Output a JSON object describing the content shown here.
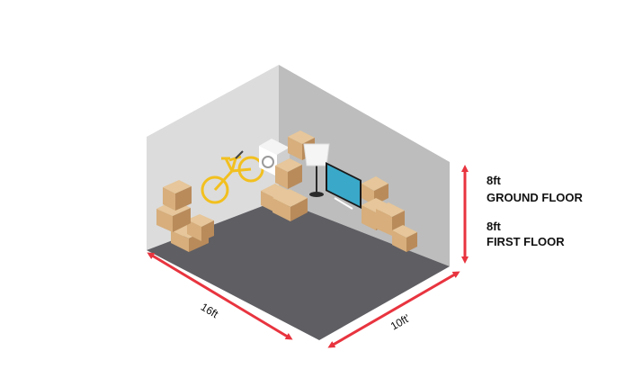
{
  "dimensions": {
    "length": "16ft",
    "width": "10ft'",
    "height_ground": "8ft",
    "ground_label": "GROUND FLOOR",
    "height_first": "8ft",
    "first_label": "FIRST FLOOR"
  },
  "colors": {
    "arrow": "#e8343f",
    "floor": "#5f5e63",
    "back_wall": "#d9d9d9",
    "side_wall": "#b3b3b3",
    "box": "#d7ae7c",
    "box_dark": "#b98b5b",
    "box_top": "#e6c69a",
    "bike": "#f2c01f",
    "tv_screen": "#3aa9c9"
  },
  "objects": [
    "bicycle-icon",
    "washing-machine-icon",
    "floor-lamp-icon",
    "television-icon",
    "cardboard-box-icon"
  ]
}
